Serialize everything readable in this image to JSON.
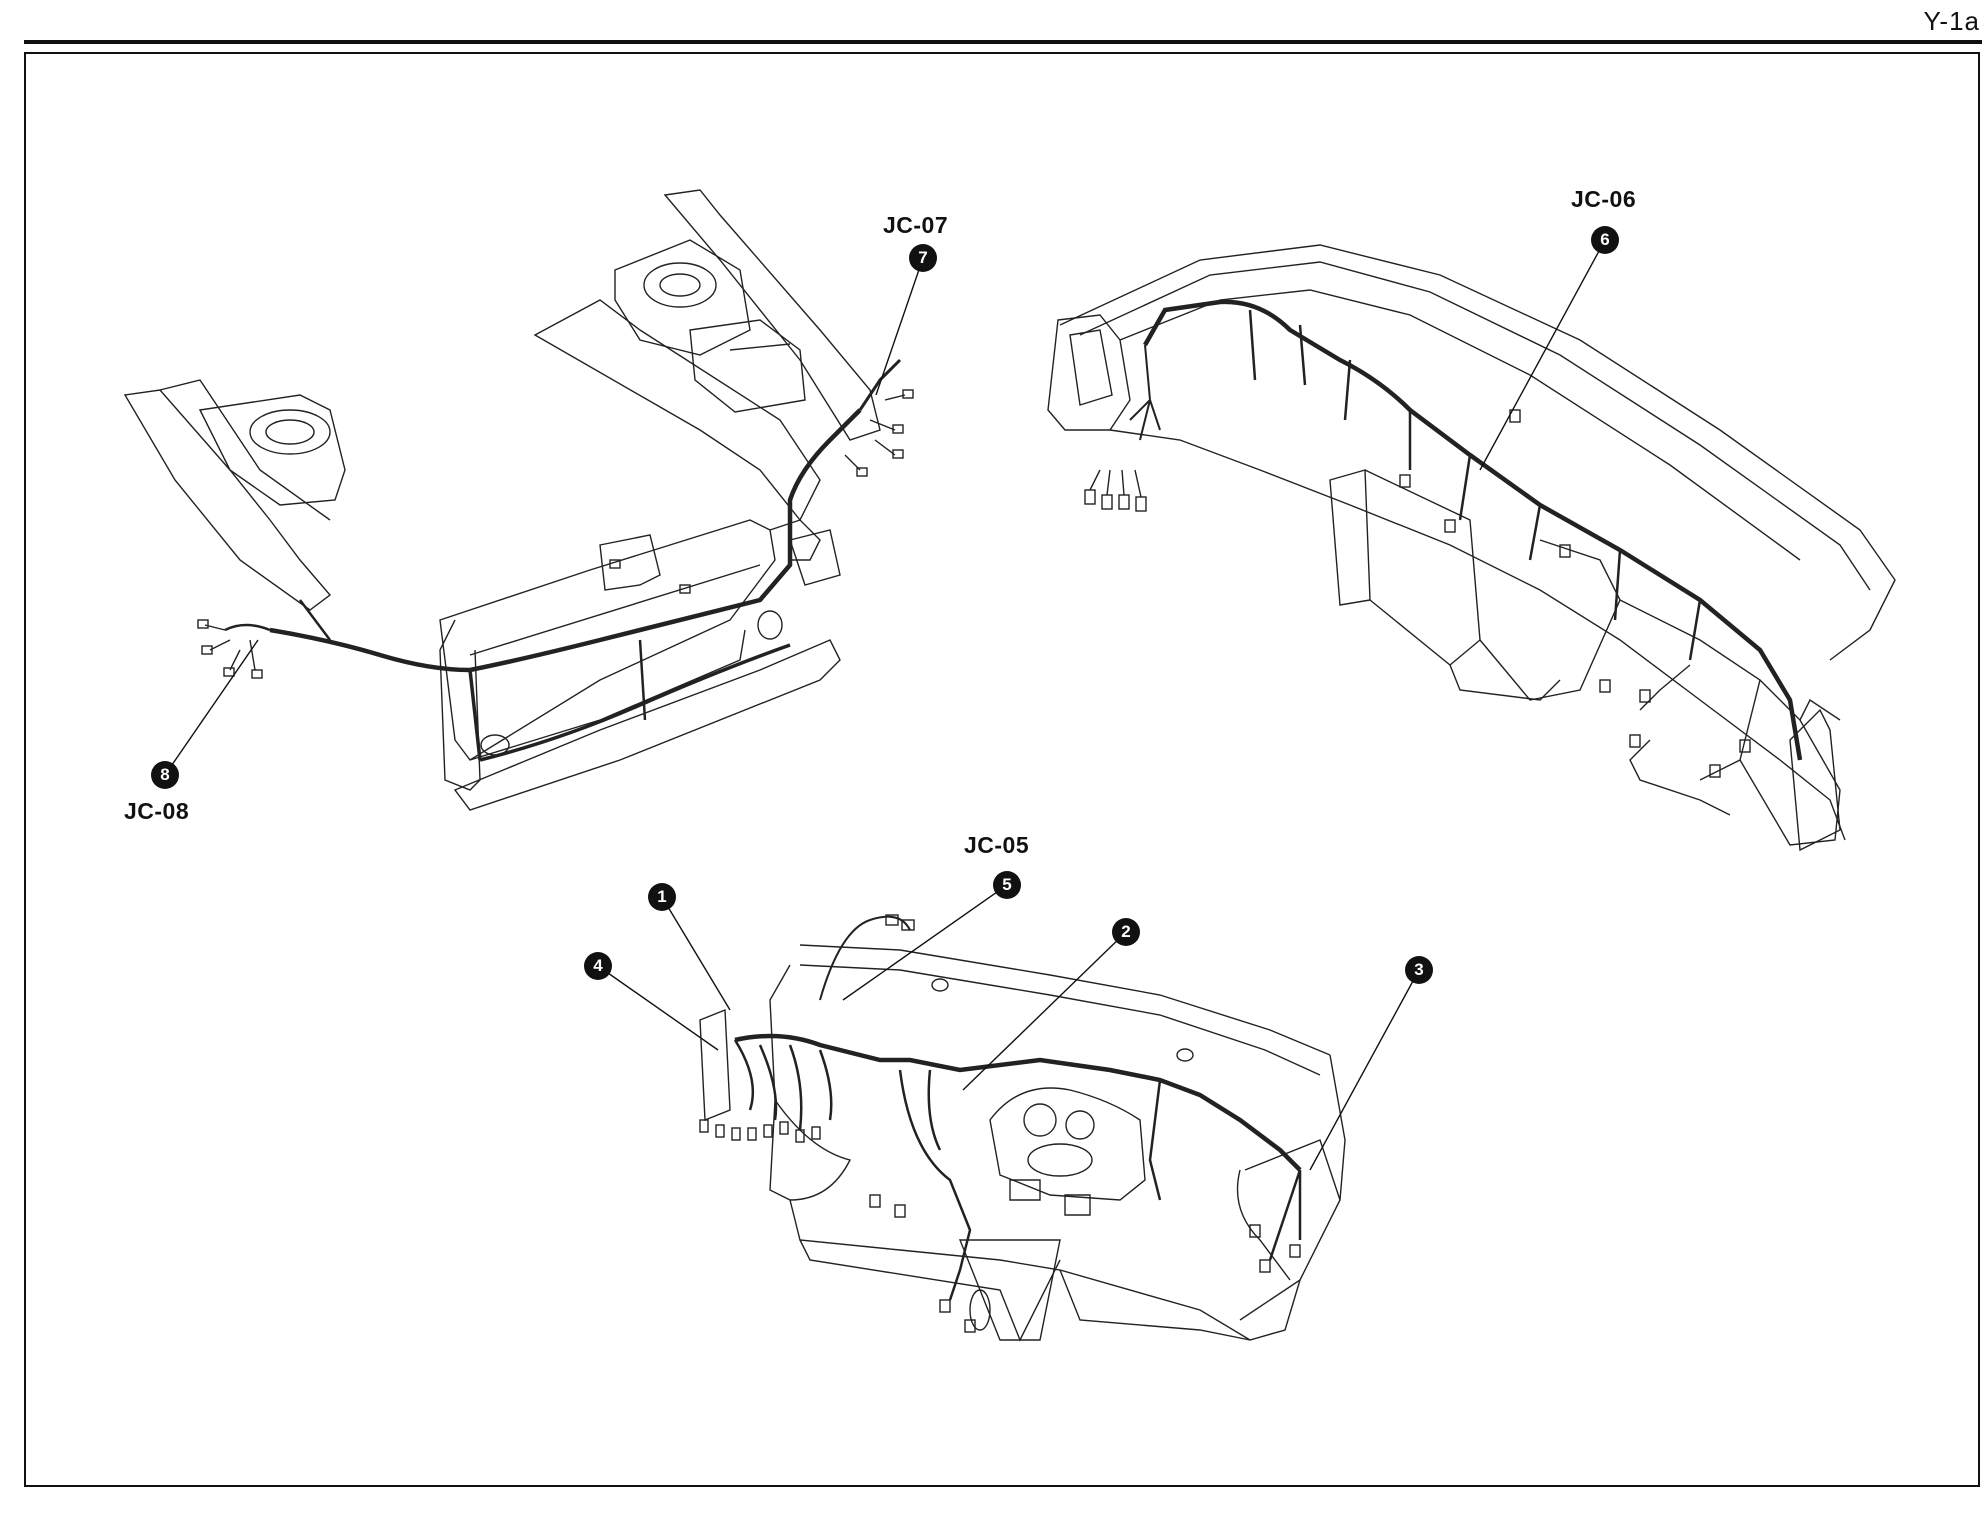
{
  "header": {
    "page_code": "Y-1a"
  },
  "labels": {
    "jc07": "JC-07",
    "jc08": "JC-08",
    "jc06": "JC-06",
    "jc05": "JC-05"
  },
  "callouts": [
    {
      "id": "1",
      "name": "callout-1"
    },
    {
      "id": "2",
      "name": "callout-2"
    },
    {
      "id": "3",
      "name": "callout-3"
    },
    {
      "id": "4",
      "name": "callout-4"
    },
    {
      "id": "5",
      "name": "callout-5"
    },
    {
      "id": "6",
      "name": "callout-6"
    },
    {
      "id": "7",
      "name": "callout-7"
    },
    {
      "id": "8",
      "name": "callout-8"
    }
  ]
}
